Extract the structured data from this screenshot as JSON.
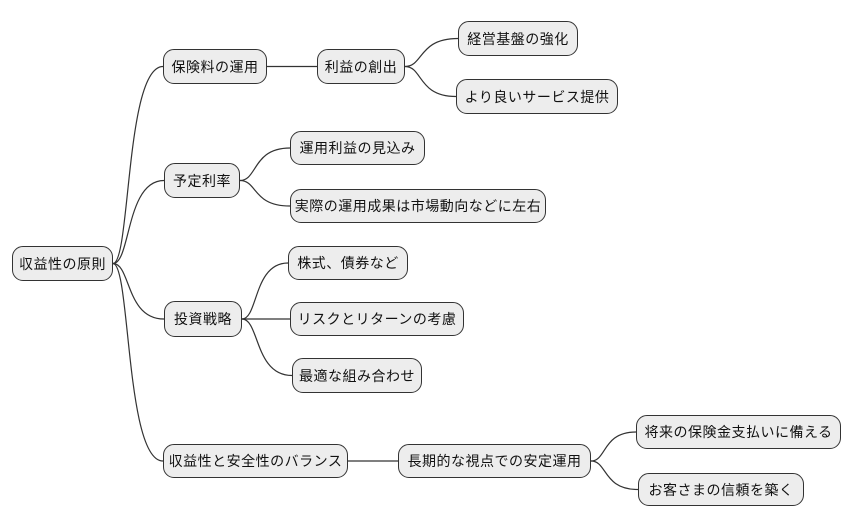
{
  "diagram": {
    "type": "mindmap",
    "title": "収益性の原則",
    "style": {
      "background": "#ffffff",
      "node_fill": "#ededed",
      "node_border": "#333333",
      "edge_color": "#333333",
      "text_color": "#111111"
    },
    "nodes": [
      {
        "id": "root",
        "label": "収益性の原則",
        "parent": null
      },
      {
        "id": "premium",
        "label": "保険料の運用",
        "parent": "root"
      },
      {
        "id": "profit",
        "label": "利益の創出",
        "parent": "premium"
      },
      {
        "id": "base",
        "label": "経営基盤の強化",
        "parent": "profit"
      },
      {
        "id": "service",
        "label": "より良いサービス提供",
        "parent": "profit"
      },
      {
        "id": "rate",
        "label": "予定利率",
        "parent": "root"
      },
      {
        "id": "expect",
        "label": "運用利益の見込み",
        "parent": "rate"
      },
      {
        "id": "actual",
        "label": "実際の運用成果は市場動向などに左右",
        "parent": "rate"
      },
      {
        "id": "strategy",
        "label": "投資戦略",
        "parent": "root"
      },
      {
        "id": "assets",
        "label": "株式、債券など",
        "parent": "strategy"
      },
      {
        "id": "risk",
        "label": "リスクとリターンの考慮",
        "parent": "strategy"
      },
      {
        "id": "mix",
        "label": "最適な組み合わせ",
        "parent": "strategy"
      },
      {
        "id": "balance",
        "label": "収益性と安全性のバランス",
        "parent": "root"
      },
      {
        "id": "longterm",
        "label": "長期的な視点での安定運用",
        "parent": "balance"
      },
      {
        "id": "future",
        "label": "将来の保険金支払いに備える",
        "parent": "longterm"
      },
      {
        "id": "trust",
        "label": "お客さまの信頼を築く",
        "parent": "longterm"
      }
    ]
  }
}
